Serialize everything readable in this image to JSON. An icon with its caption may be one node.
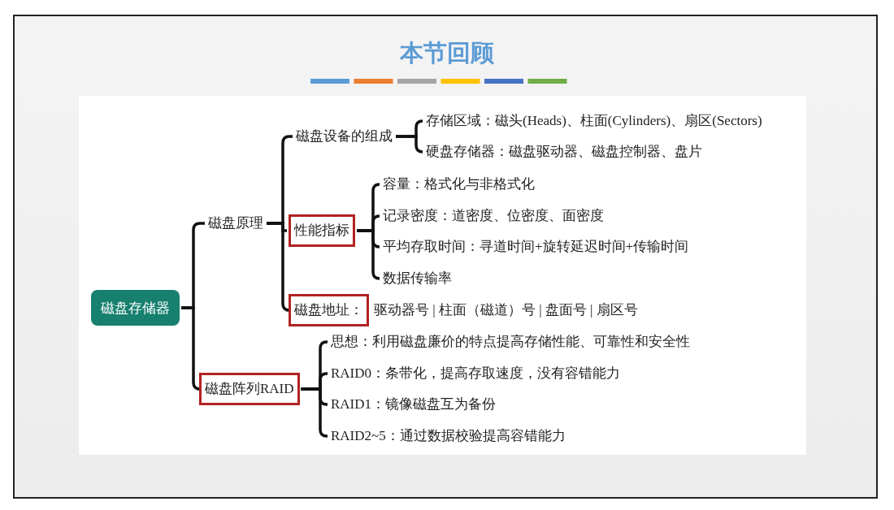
{
  "diagram": {
    "title": "本节回顾",
    "nodes": [
      {
        "text": [
          "磁盘存储器"
        ]
      },
      {
        "text": [
          "磁盘原理"
        ]
      },
      {
        "text": [
          "磁盘设备的组成"
        ]
      },
      {
        "text": [
          "存储区域：磁头(Heads)、柱面(Cylinders)、扇区(Sectors)"
        ]
      },
      {
        "text": [
          "硬盘存储器：磁盘驱动器、磁盘控制器、盘片"
        ]
      },
      {
        "text": [
          "性能指标"
        ]
      },
      {
        "text": [
          "容量：格式化与非格式化"
        ]
      },
      {
        "text": [
          "记录密度：道密度、位密度、面密度"
        ]
      },
      {
        "text": [
          "平均存取时间：寻道时间+旋转延迟时间+传输时间"
        ]
      },
      {
        "text": [
          "数据传输率"
        ]
      },
      {
        "text": [
          "磁盘地址："
        ],
        "beside": [
          "驱动器号 | 柱面（磁道）号 | 盘面号 | 扇区号"
        ]
      },
      {
        "text": [
          "磁盘阵列RAID"
        ]
      },
      {
        "text": [
          "思想：利用磁盘廉价的特点提高存储性能、可靠性和安全性"
        ]
      },
      {
        "text": [
          "RAID0：条带化，提高存取速度，没有容错能力"
        ]
      },
      {
        "text": [
          "RAID1：镜像磁盘互为备份"
        ]
      },
      {
        "text": [
          "RAID2~5：通过数据校验提高容错能力"
        ]
      }
    ],
    "edges": [
      {
        "from": 0,
        "to": 1,
        "arrow": "none"
      },
      {
        "from": 0,
        "to": 11,
        "arrow": "none"
      },
      {
        "from": 1,
        "to": 2,
        "arrow": "none"
      },
      {
        "from": 1,
        "to": 5,
        "arrow": "none"
      },
      {
        "from": 1,
        "to": 10,
        "arrow": "none"
      },
      {
        "from": 2,
        "to": 3,
        "arrow": "none"
      },
      {
        "from": 2,
        "to": 4,
        "arrow": "none"
      },
      {
        "from": 5,
        "to": 6,
        "arrow": "none"
      },
      {
        "from": 5,
        "to": 7,
        "arrow": "none"
      },
      {
        "from": 5,
        "to": 8,
        "arrow": "none"
      },
      {
        "from": 5,
        "to": 9,
        "arrow": "none"
      },
      {
        "from": 11,
        "to": 12,
        "arrow": "none"
      },
      {
        "from": 11,
        "to": 13,
        "arrow": "none"
      },
      {
        "from": 11,
        "to": 14,
        "arrow": "none"
      },
      {
        "from": 11,
        "to": 15,
        "arrow": "none"
      }
    ]
  }
}
